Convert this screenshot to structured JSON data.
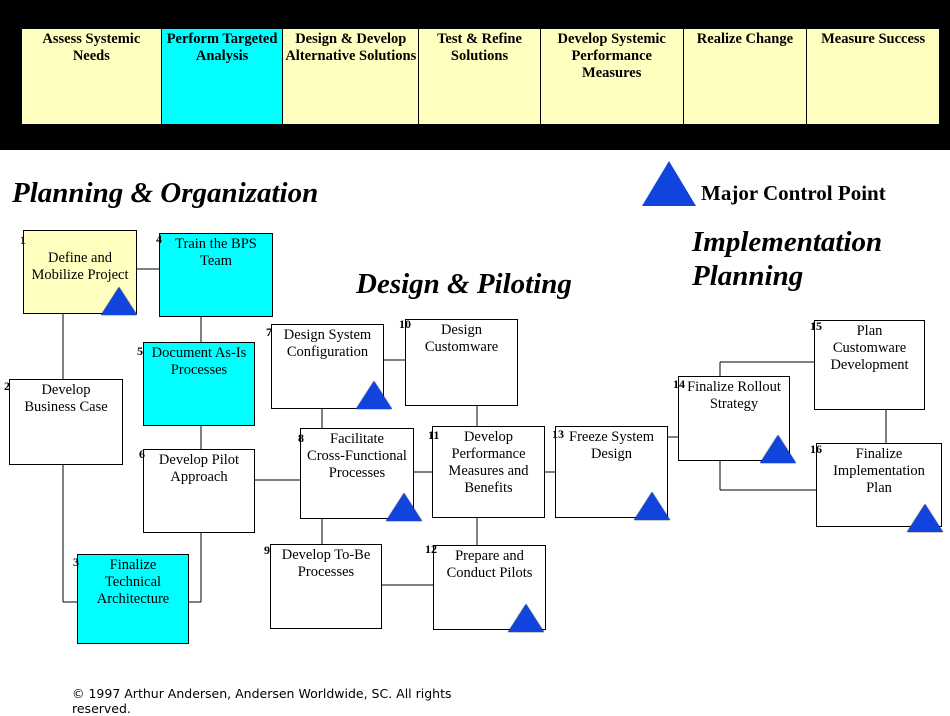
{
  "colors": {
    "yellow": "#ffffc0",
    "cyan": "#00ffff",
    "white": "#ffffff",
    "triangle": "#1144dd"
  },
  "phases": [
    {
      "label": "Assess Systemic\nNeeds",
      "color": "#ffffc0"
    },
    {
      "label": "Perform Targeted\nAnalysis",
      "color": "#00ffff"
    },
    {
      "label": "Design & Develop\nAlternative Solutions",
      "color": "#ffffc0"
    },
    {
      "label": "Test & Refine\nSolutions",
      "color": "#ffffc0"
    },
    {
      "label": "Develop Systemic\nPerformance\nMeasures",
      "color": "#ffffc0"
    },
    {
      "label": "Realize Change",
      "color": "#ffffc0"
    },
    {
      "label": "Measure Success",
      "color": "#ffffc0"
    }
  ],
  "headings": {
    "planning": "Planning & Organization",
    "design": "Design & Piloting",
    "implementation": "Implementation\nPlanning"
  },
  "legend": {
    "label": "Major Control Point"
  },
  "tasks": [
    {
      "num": "1",
      "label": "\nDefine and\nMobilize Project",
      "color": "#ffffc0"
    },
    {
      "num": "2",
      "label": "Develop\nBusiness Case",
      "color": "#ffffff"
    },
    {
      "num": "3",
      "label": "Finalize\nTechnical\nArchitecture",
      "color": "#00ffff"
    },
    {
      "num": "4",
      "label": "Train the BPS\nTeam",
      "color": "#00ffff"
    },
    {
      "num": "5",
      "label": "Document As-Is\nProcesses",
      "color": "#00ffff"
    },
    {
      "num": "6",
      "label": "Develop Pilot\nApproach",
      "color": "#ffffff"
    },
    {
      "num": "7",
      "label": "Design System\nConfiguration",
      "color": "#ffffff"
    },
    {
      "num": "8",
      "label": "Facilitate\nCross-Functional\nProcesses",
      "color": "#ffffff"
    },
    {
      "num": "9",
      "label": "Develop To-Be\nProcesses",
      "color": "#ffffff"
    },
    {
      "num": "10",
      "label": "Design\nCustomware",
      "color": "#ffffff"
    },
    {
      "num": "11",
      "label": "Develop\nPerformance\nMeasures and\nBenefits",
      "color": "#ffffff"
    },
    {
      "num": "12",
      "label": "Prepare and\nConduct Pilots",
      "color": "#ffffff"
    },
    {
      "num": "13",
      "label": "Freeze System\nDesign",
      "color": "#ffffff"
    },
    {
      "num": "14",
      "label": "Finalize Rollout\nStrategy",
      "color": "#ffffff"
    },
    {
      "num": "15",
      "label": "Plan\nCustomware\nDevelopment",
      "color": "#ffffff"
    },
    {
      "num": "16",
      "label": "Finalize\nImplementation\nPlan",
      "color": "#ffffff"
    }
  ],
  "copyright": "© 1997 Arthur Andersen, Andersen Worldwide, SC. All rights reserved."
}
